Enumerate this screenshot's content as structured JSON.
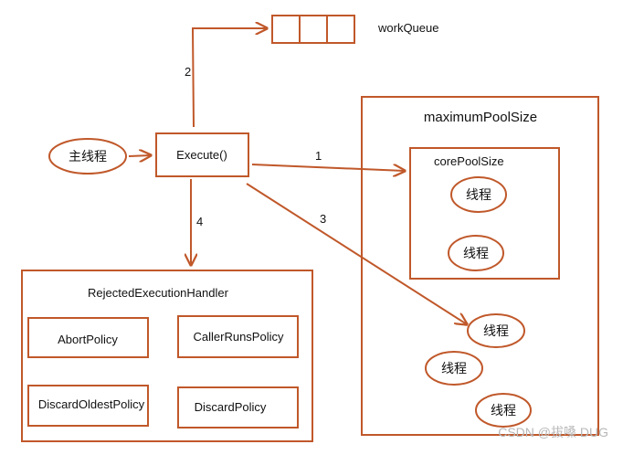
{
  "colors": {
    "stroke": "#c0582a",
    "text": "#111111",
    "watermark": "#b8b8b8"
  },
  "main_thread": "主线程",
  "execute": "Execute()",
  "work_queue": "workQueue",
  "edges": {
    "e1": "1",
    "e2": "2",
    "e3": "3",
    "e4": "4"
  },
  "max_pool": {
    "title": "maximumPoolSize",
    "core_pool": {
      "title": "corePoolSize",
      "threads": [
        "线程",
        "线程"
      ]
    },
    "extra_threads": [
      "线程",
      "线程",
      "线程"
    ]
  },
  "handler": {
    "title": "RejectedExecutionHandler",
    "policies": [
      "AbortPolicy",
      "CallerRunsPolicy",
      "DiscardOldestPolicy",
      "DiscardPolicy"
    ]
  },
  "watermark": "CSDN @拔嗓 DUG"
}
